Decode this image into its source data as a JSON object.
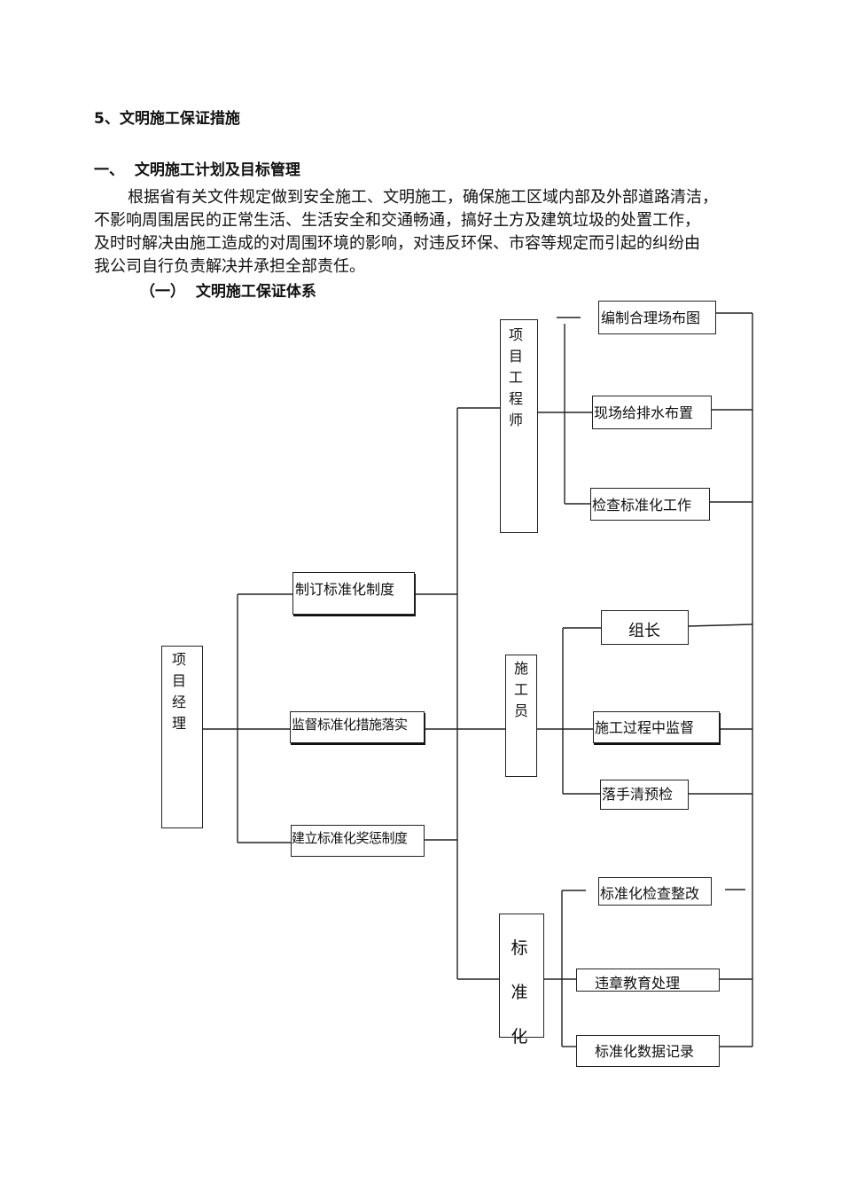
{
  "doc": {
    "section_title": "5、文明施工保证措施",
    "heading1": "一、  文明施工计划及目标管理",
    "paragraph_lines": [
      "根据省有关文件规定做到安全施工、文明施工，确保施工区域内部及外部道路清洁，",
      "不影响周围居民的正常生活、生活安全和交通畅通，搞好土方及建筑垃圾的处置工作，",
      "及时时解决由施工造成的对周围环境的影响，对违反环保、市容等规定而引起的纠纷由",
      "我公司自行负责解决并承担全部责任。"
    ],
    "subheading": "（一）  文明施工保证体系"
  },
  "chart": {
    "root": [
      "项",
      "目",
      "经",
      "理"
    ],
    "level2": [
      "制订标准化制度",
      "监督标准化措施落实",
      "建立标准化奖惩制度"
    ],
    "engineer": [
      "项",
      "目",
      "工",
      "程",
      "师"
    ],
    "worker": [
      "施",
      "工",
      "员"
    ],
    "standard": [
      "标",
      "准",
      "化"
    ],
    "engineer_tasks": [
      "编制合理场布图",
      "现场给排水布置",
      "检查标准化工作"
    ],
    "worker_tasks": [
      "组长",
      "施工过程中监督",
      "落手清预检"
    ],
    "standard_tasks": [
      "标准化检查整改",
      "违章教育处理",
      "标准化数据记录"
    ]
  }
}
